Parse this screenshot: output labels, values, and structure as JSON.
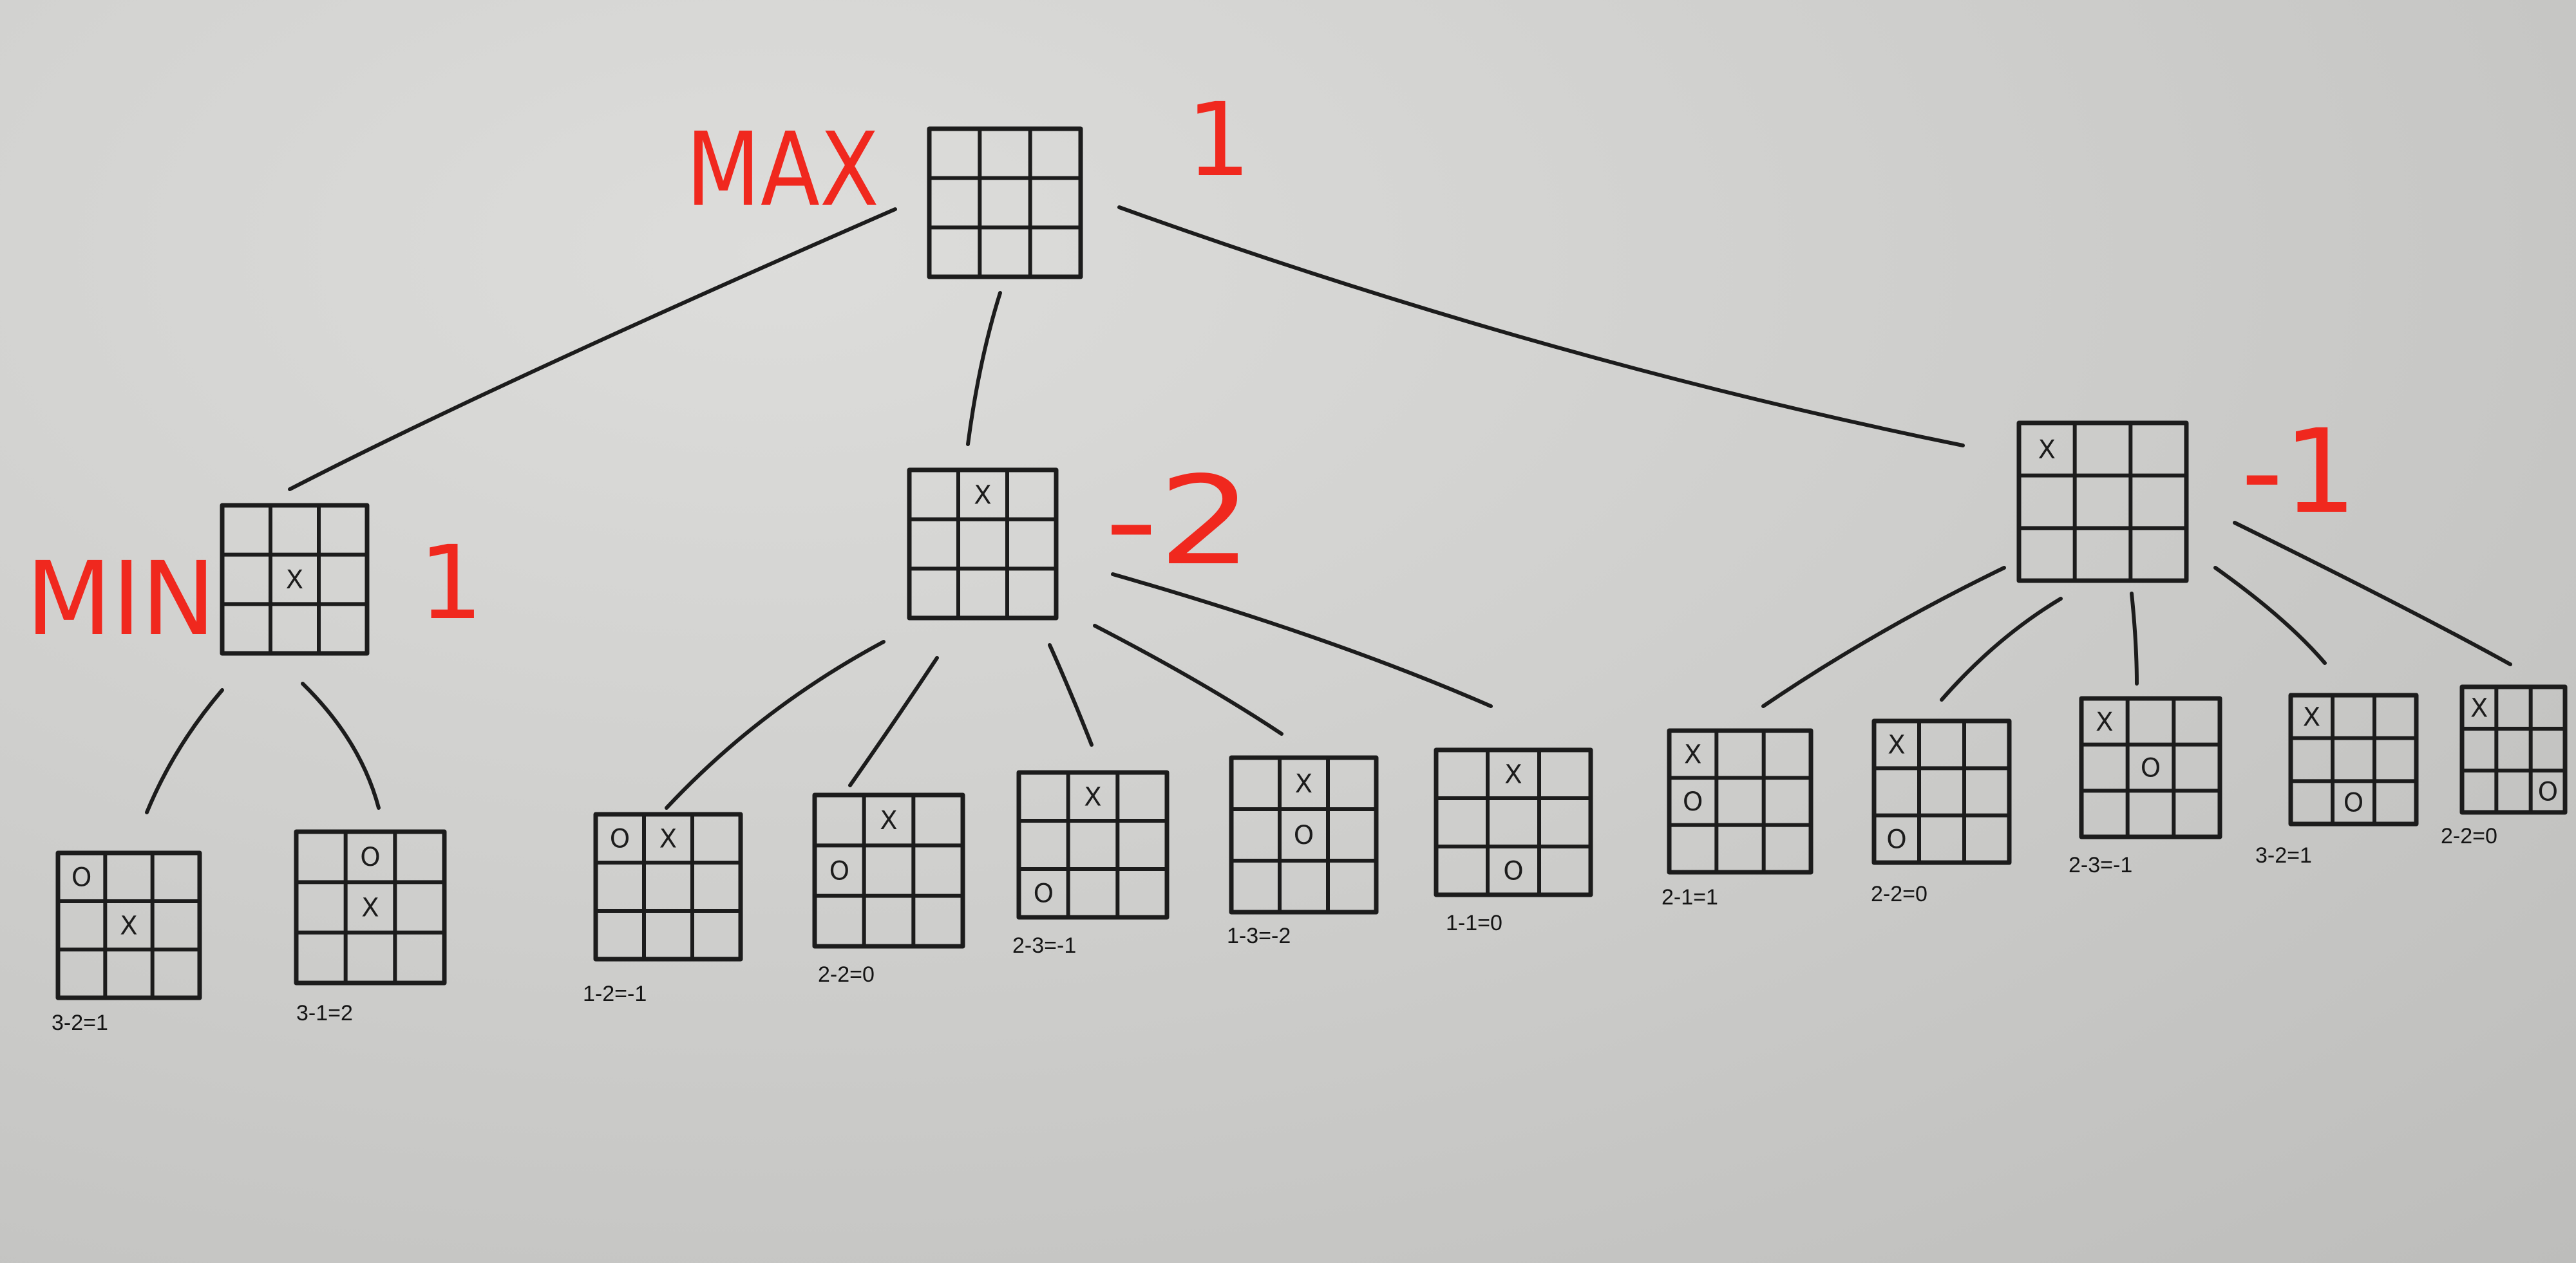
{
  "annotations": {
    "max_label": "MAX",
    "min_label": "MIN",
    "root_value": "1",
    "left_value": "1",
    "middle_value": "-2",
    "right_value": "-1"
  },
  "nodes": {
    "root": {
      "cells": [
        "",
        "",
        "",
        "",
        "",
        "",
        "",
        "",
        ""
      ]
    },
    "left": {
      "cells": [
        "",
        "",
        "",
        "",
        "X",
        "",
        "",
        "",
        ""
      ]
    },
    "middle": {
      "cells": [
        "",
        "X",
        "",
        "",
        "",
        "",
        "",
        "",
        ""
      ]
    },
    "right": {
      "cells": [
        "X",
        "",
        "",
        "",
        "",
        "",
        "",
        "",
        ""
      ]
    },
    "leaves": [
      {
        "cells": [
          "O",
          "",
          "",
          "",
          "X",
          "",
          "",
          "",
          ""
        ],
        "label": "3-2=1"
      },
      {
        "cells": [
          "",
          "O",
          "",
          "",
          "X",
          "",
          "",
          "",
          ""
        ],
        "label": "3-1=2"
      },
      {
        "cells": [
          "O",
          "X",
          "",
          "",
          "",
          "",
          "",
          "",
          ""
        ],
        "label": "1-2=-1"
      },
      {
        "cells": [
          "",
          "X",
          "",
          "O",
          "",
          "",
          "",
          "",
          ""
        ],
        "label": "2-2=0"
      },
      {
        "cells": [
          "",
          "X",
          "",
          "",
          "",
          "",
          "O",
          "",
          ""
        ],
        "label": "2-3=-1"
      },
      {
        "cells": [
          "",
          "X",
          "",
          "",
          "O",
          "",
          "",
          "",
          ""
        ],
        "label": "1-3=-2"
      },
      {
        "cells": [
          "",
          "X",
          "",
          "",
          "",
          "",
          "",
          "O",
          ""
        ],
        "label": "1-1=0"
      },
      {
        "cells": [
          "X",
          "",
          "",
          "O",
          "",
          "",
          "",
          "",
          ""
        ],
        "label": "2-1=1"
      },
      {
        "cells": [
          "X",
          "",
          "",
          "",
          "",
          "",
          "O",
          "",
          ""
        ],
        "label": "2-2=0"
      },
      {
        "cells": [
          "X",
          "",
          "",
          "",
          "O",
          "",
          "",
          "",
          ""
        ],
        "label": "2-3=-1"
      },
      {
        "cells": [
          "X",
          "",
          "",
          "",
          "",
          "",
          "",
          "O",
          ""
        ],
        "label": "3-2=1"
      },
      {
        "cells": [
          "X",
          "",
          "",
          "",
          "",
          "",
          "",
          "",
          "O"
        ],
        "label": "2-2=0"
      }
    ]
  }
}
